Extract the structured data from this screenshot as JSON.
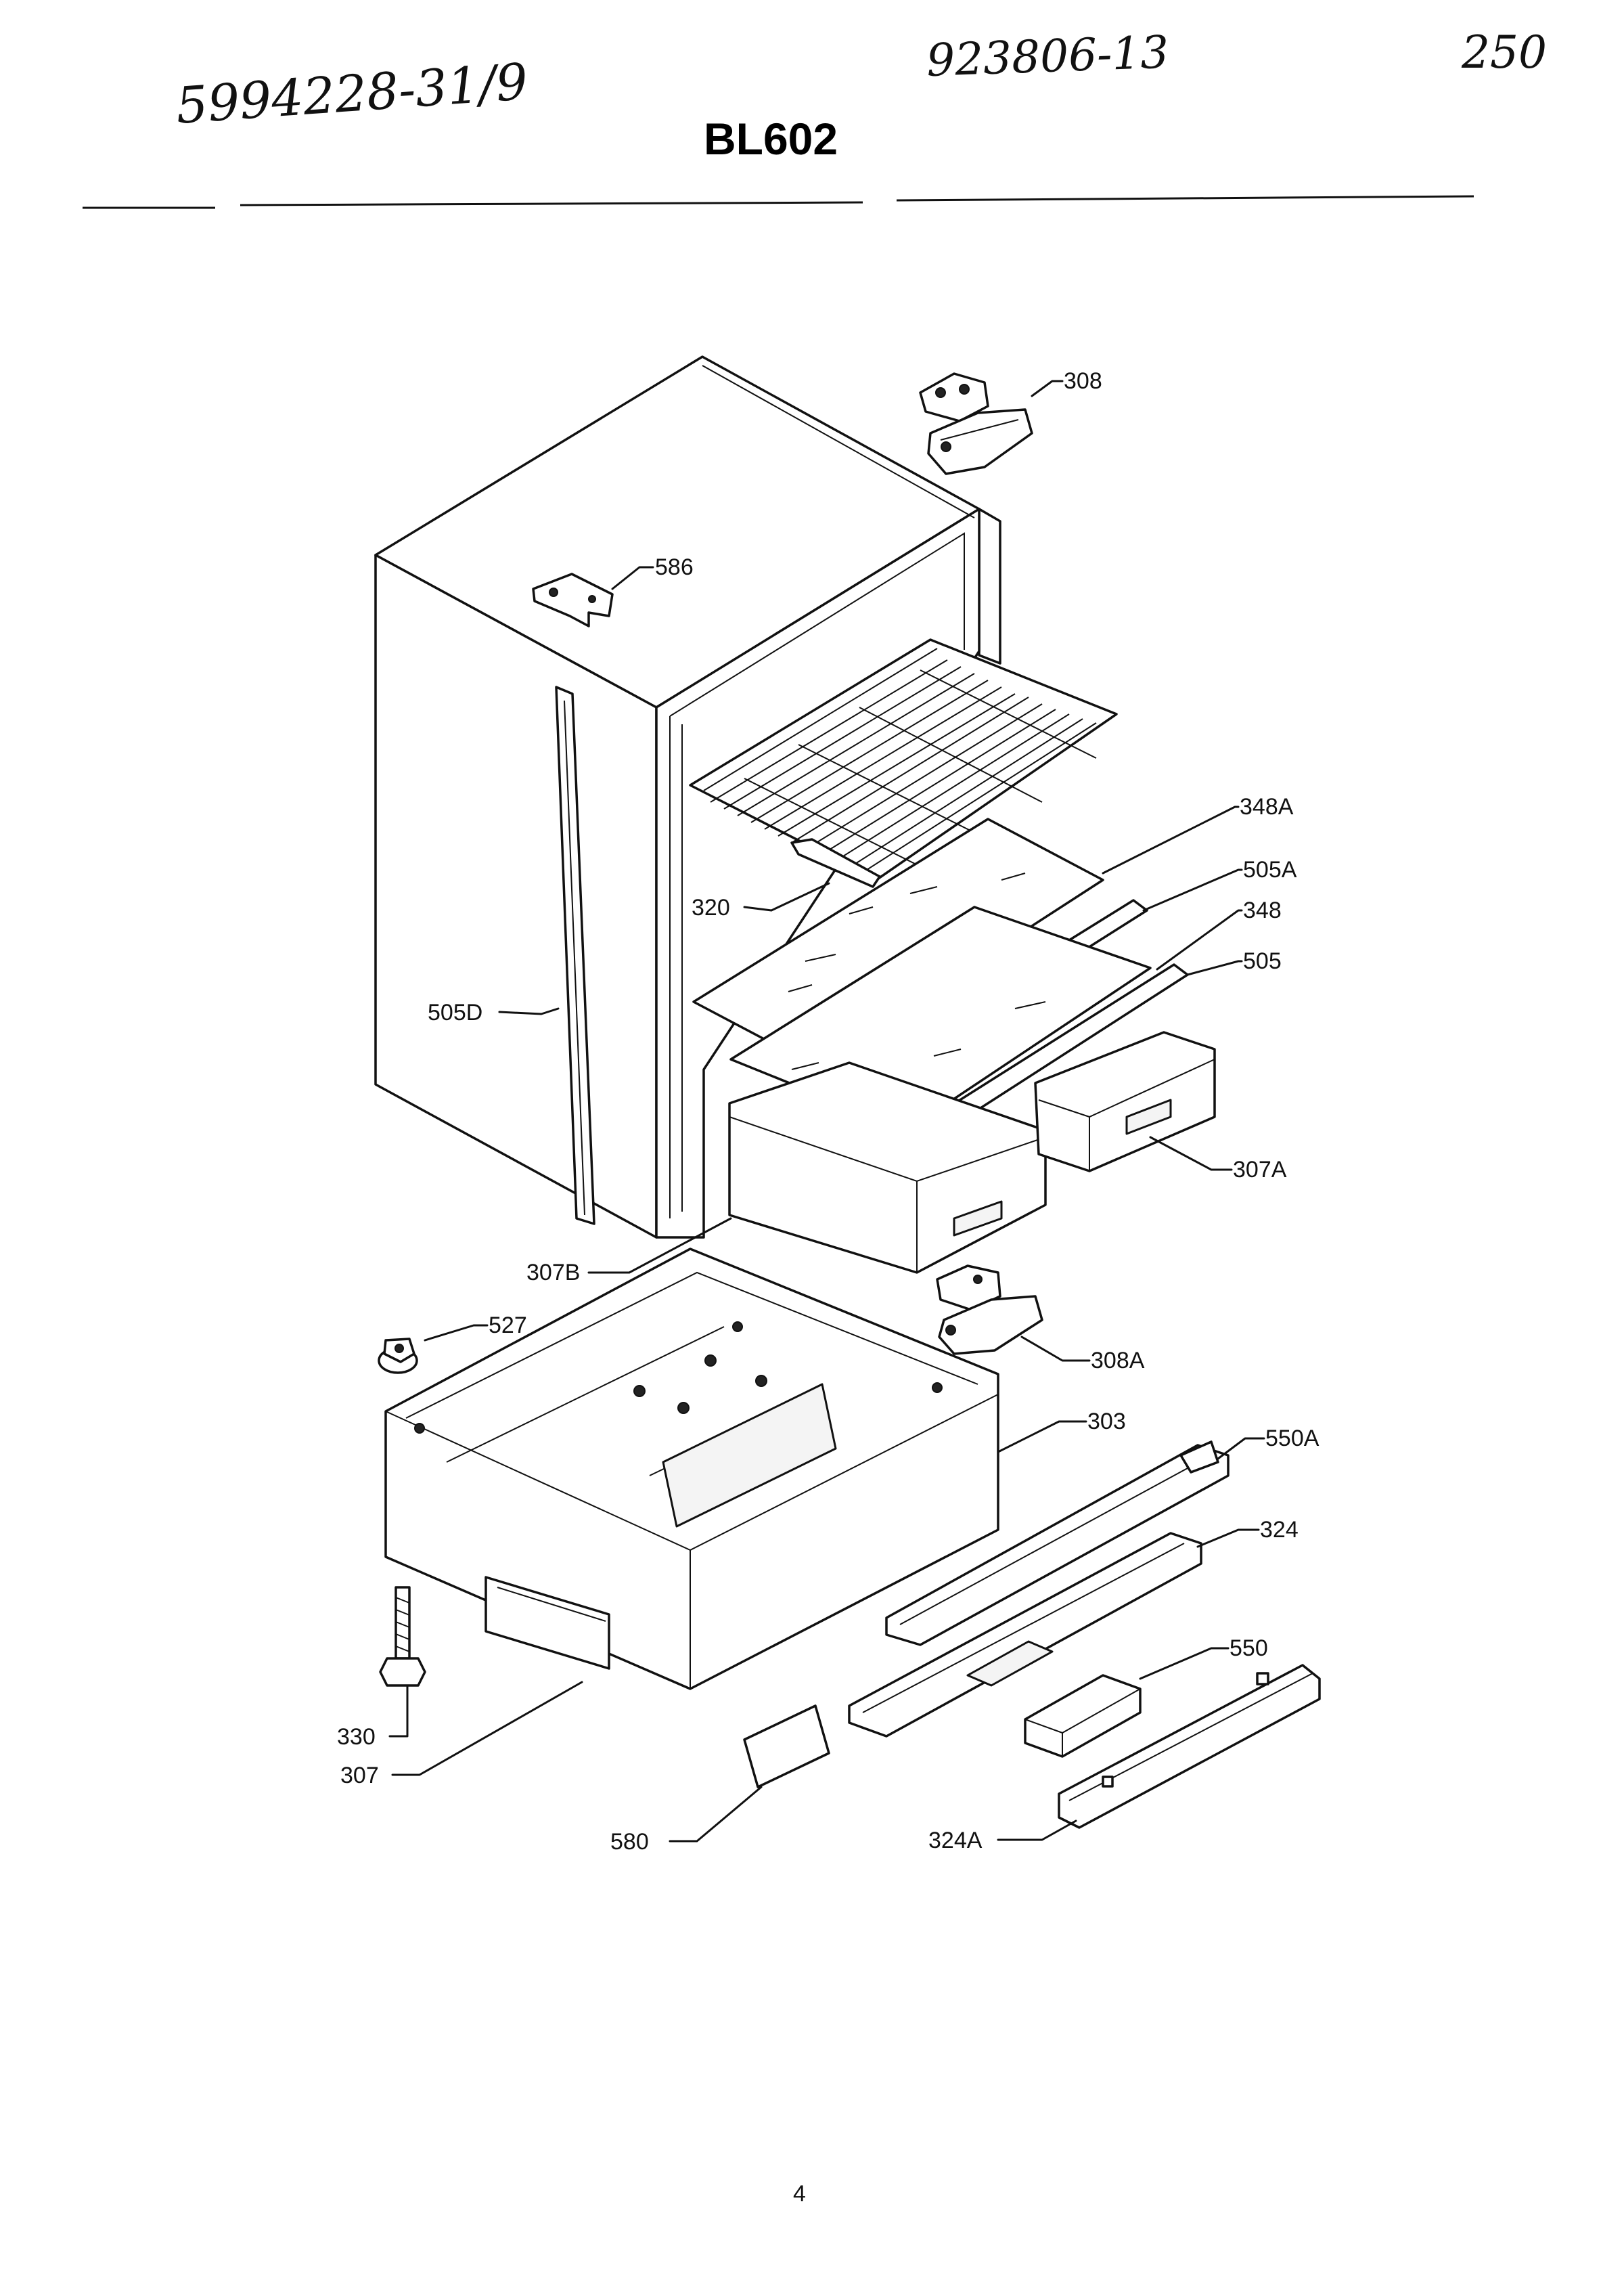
{
  "header": {
    "handwritten_left": "5994228-31/9",
    "handwritten_center": "923806-13",
    "handwritten_right": "250",
    "model": "BL602"
  },
  "labels": {
    "p308": "308",
    "p586": "586",
    "p348A": "348A",
    "p505A": "505A",
    "p348": "348",
    "p505": "505",
    "p320": "320",
    "p505D": "505D",
    "p307A": "307A",
    "p307B": "307B",
    "p527": "527",
    "p308A": "308A",
    "p303": "303",
    "p550A": "550A",
    "p324": "324",
    "p550": "550",
    "p330": "330",
    "p307": "307",
    "p580": "580",
    "p324A": "324A"
  },
  "footer": {
    "page_number": "4"
  }
}
